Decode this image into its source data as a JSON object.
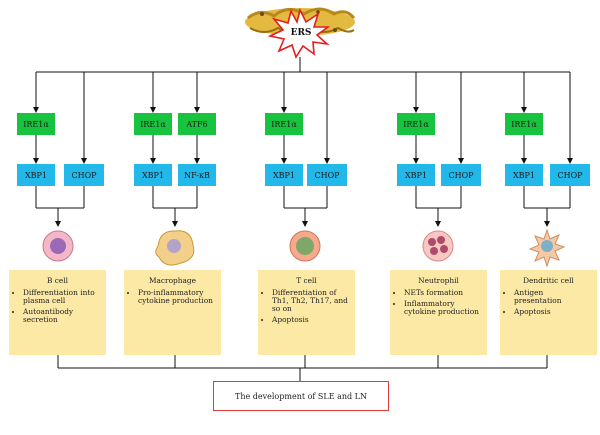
{
  "top": {
    "label": "ERS"
  },
  "columns": [
    {
      "top_left": "IRE1α",
      "top_right": null,
      "bottom_left": "XBP1",
      "bottom_right": "CHOP",
      "title": "B cell",
      "bullets": [
        "Differentiation into plasma cell",
        "Autoantibody secretion"
      ]
    },
    {
      "top_left": "IRE1α",
      "top_right": "ATF6",
      "bottom_left": "XBP1",
      "bottom_right": "NF-κB",
      "title": "Macrophage",
      "bullets": [
        "Pro-inflammatory cytokine production"
      ]
    },
    {
      "top_left": "IRE1α",
      "top_right": null,
      "bottom_left": "XBP1",
      "bottom_right": "CHOP",
      "title": "T cell",
      "bullets": [
        "Differentiation of Th1, Th2, Th17, and so on",
        "Apoptosis"
      ]
    },
    {
      "top_left": "IRE1α",
      "top_right": null,
      "bottom_left": "XBP1",
      "bottom_right": "CHOP",
      "title": "Neutrophil",
      "bullets": [
        "NETs formation",
        "Inflammatory cytokine production"
      ]
    },
    {
      "top_left": "IRE1α",
      "top_right": null,
      "bottom_left": "XBP1",
      "bottom_right": "CHOP",
      "title": "Dendritic cell",
      "bullets": [
        "Antigen presentation",
        "Apoptosis"
      ]
    }
  ],
  "bottom": {
    "label": "The development of SLE and LN"
  },
  "colors": {
    "green_box": "#18c33f",
    "blue_box": "#22b8ea",
    "card_fill": "#fde9a6",
    "outcome_border": "#e03a3a"
  }
}
